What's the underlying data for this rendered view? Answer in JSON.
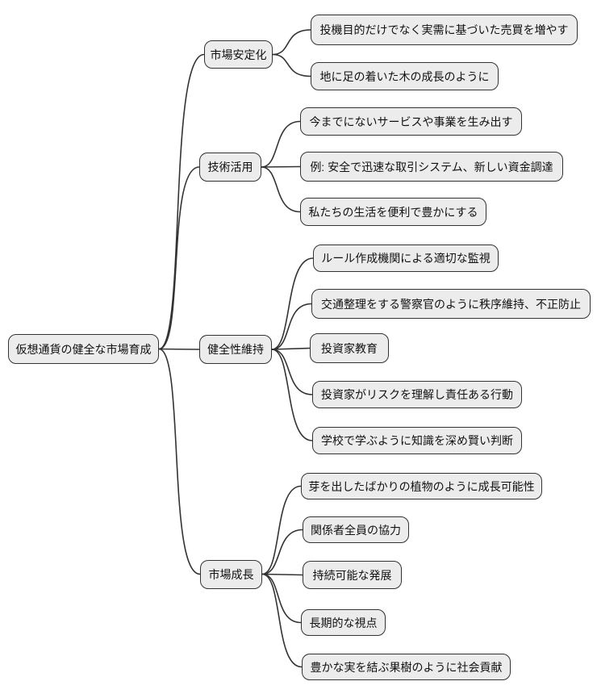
{
  "meta": {
    "diagram_type": "mindmap"
  },
  "mindmap": {
    "root": "仮想通貨の健全な市場育成",
    "branches": [
      {
        "label": "市場安定化",
        "children": [
          "投機目的だけでなく実需に基づいた売買を増やす",
          "地に足の着いた木の成長のように"
        ]
      },
      {
        "label": "技術活用",
        "children": [
          "今までにないサービスや事業を生み出す",
          "例: 安全で迅速な取引システム、新しい資金調達",
          "私たちの生活を便利で豊かにする"
        ]
      },
      {
        "label": "健全性維持",
        "children": [
          "ルール作成機関による適切な監視",
          "交通整理をする警察官のように秩序維持、不正防止",
          "投資家教育",
          "投資家がリスクを理解し責任ある行動",
          "学校で学ぶように知識を深め賢い判断"
        ]
      },
      {
        "label": "市場成長",
        "children": [
          "芽を出したばかりの植物のように成長可能性",
          "関係者全員の協力",
          "持続可能な発展",
          "長期的な視点",
          "豊かな実を結ぶ果樹のように社会貢献"
        ]
      }
    ]
  },
  "style": {
    "canvas_bg": "#ffffff",
    "node_fill": "#ececec",
    "node_stroke": "#333333",
    "edge_color": "#333333",
    "text_color": "#111111"
  }
}
